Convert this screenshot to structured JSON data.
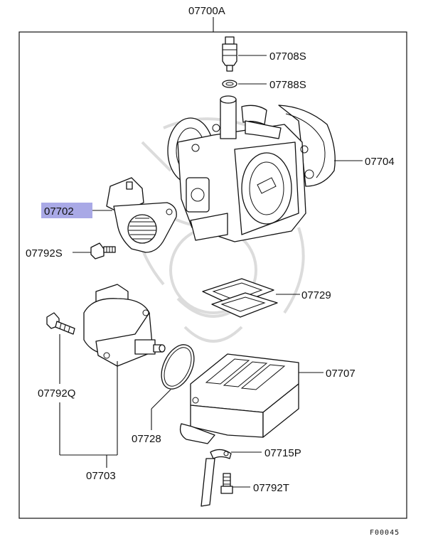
{
  "diagram": {
    "assembly_label": "07700A",
    "figure_code": "F00045",
    "highlight_color": "#a9a9e6",
    "parts": {
      "p07708S": "07708S",
      "p07788S": "07788S",
      "p07704": "07704",
      "p07702": "07702",
      "p07792S": "07792S",
      "p07729": "07729",
      "p07792Q": "07792Q",
      "p07707": "07707",
      "p07728": "07728",
      "p07715P": "07715P",
      "p07792T": "07792T",
      "p07703": "07703"
    }
  }
}
